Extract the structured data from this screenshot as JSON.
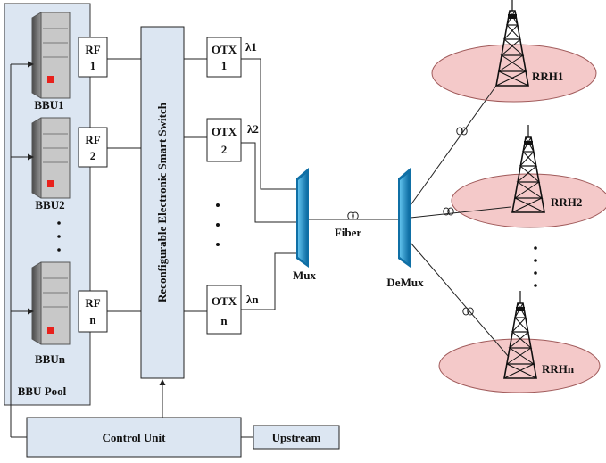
{
  "pool": {
    "label": "BBU Pool"
  },
  "bbus": [
    {
      "label": "BBU1",
      "rf_line1": "RF",
      "rf_line2": "1"
    },
    {
      "label": "BBU2",
      "rf_line1": "RF",
      "rf_line2": "2"
    },
    {
      "label": "BBUn",
      "rf_line1": "RF",
      "rf_line2": "n"
    }
  ],
  "switch": {
    "label": "Reconfigurable Electronic Smart Switch"
  },
  "otx": [
    {
      "line1": "OTX",
      "line2": "1",
      "wavelength": "λ1"
    },
    {
      "line1": "OTX",
      "line2": "2",
      "wavelength": "λ2"
    },
    {
      "line1": "OTX",
      "line2": "n",
      "wavelength": "λn"
    }
  ],
  "mux": {
    "label": "Mux"
  },
  "demux": {
    "label": "DeMux"
  },
  "fiber": {
    "label": "Fiber"
  },
  "rrhs": [
    {
      "label": "RRH1"
    },
    {
      "label": "RRH2"
    },
    {
      "label": "RRHn"
    }
  ],
  "control": {
    "label": "Control Unit"
  },
  "upstream": {
    "label": "Upstream"
  },
  "colors": {
    "pool_fill": "#dce6f2",
    "mux_fill": "#1f8fc8",
    "cell_fill": "#f4c9c9",
    "led_red": "#e8211c"
  }
}
